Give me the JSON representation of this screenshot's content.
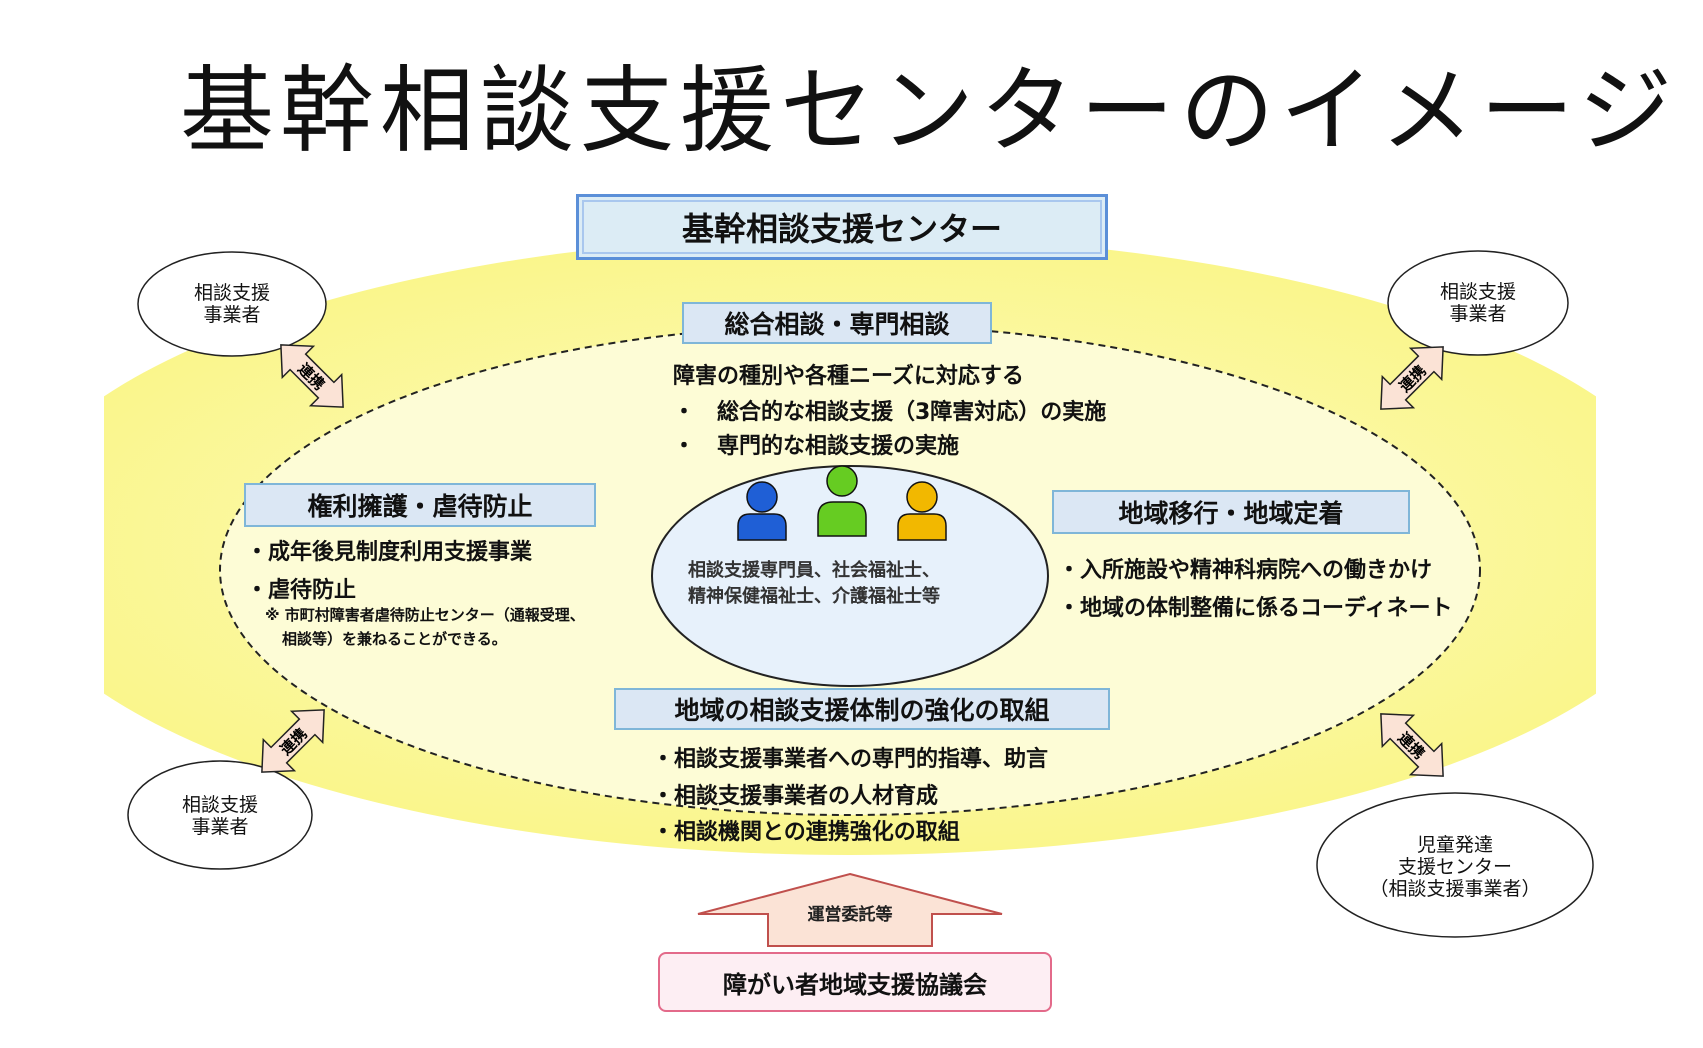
{
  "title": "基幹相談支援センターのイメージ",
  "center_header": "基幹相談支援センター",
  "general": {
    "label": "総合相談・専門相談",
    "lines": [
      "障害の種別や各種ニーズに対応する",
      "・　総合的な相談支援（3障害対応）の実施",
      "・　専門的な相談支援の実施"
    ]
  },
  "rights": {
    "label": "権利擁護・虐待防止",
    "lines": [
      "・成年後見制度利用支援事業",
      "・虐待防止"
    ],
    "notes": [
      "※ 市町村障害者虐待防止センター（通報受理、",
      "相談等）を兼ねることができる。"
    ]
  },
  "transition": {
    "label": "地域移行・地域定着",
    "lines": [
      "・入所施設や精神科病院への働きかけ",
      "・地域の体制整備に係るコーディネート"
    ]
  },
  "strengthen": {
    "label": "地域の相談支援体制の強化の取組",
    "lines": [
      "・相談支援事業者への専門的指導、助言",
      "・相談支援事業者の人材育成",
      "・相談機関との連携強化の取組"
    ]
  },
  "staff": {
    "lines": [
      "相談支援専門員、社会福祉士、",
      "精神保健福祉士、介護福祉士等"
    ],
    "colors": [
      "#1f5fd6",
      "#66cc22",
      "#f2b800"
    ]
  },
  "providers": {
    "top_left": [
      "相談支援",
      "事業者"
    ],
    "top_right": [
      "相談支援",
      "事業者"
    ],
    "bottom_left": [
      "相談支援",
      "事業者"
    ],
    "bottom_right": [
      "児童発達",
      "支援センター",
      "（相談支援事業者）"
    ]
  },
  "link_label": "連携",
  "commission_label": "運営委託等",
  "council_label": "障がい者地域支援協議会",
  "colors": {
    "yellow_fill": "#fbf89f",
    "inner_fill": "#fdfcd6",
    "label_blue": "#dbe7f4",
    "header_border": "#5b8fd8",
    "council_border": "#e36a8a",
    "arrow_fill": "#fbe3d6",
    "arrow_stroke": "#c0504d"
  }
}
